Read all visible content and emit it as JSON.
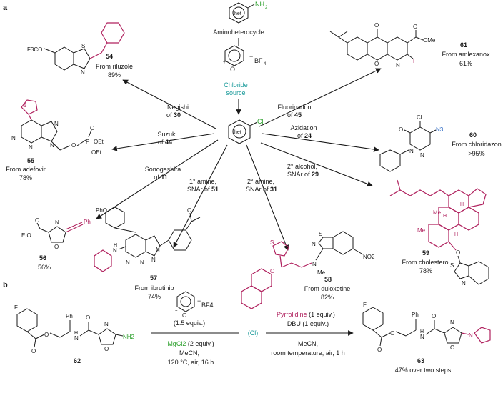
{
  "panels": {
    "a": "a",
    "b": "b"
  },
  "center": {
    "het": "het",
    "cl": "Cl",
    "reagent_top": "Aminoheterocycle",
    "nh2": "NH",
    "nh2_sub": "2",
    "bf4": "BF",
    "bf4_sub": "4",
    "minus": "−",
    "o_plus": "O",
    "chloride": "Chloride",
    "source": "source"
  },
  "reactions": [
    {
      "line1": "Negishi",
      "line2_pre": "of ",
      "num": "30"
    },
    {
      "line1": "Suzuki",
      "line2_pre": "of ",
      "num": "44"
    },
    {
      "line1": "Sonogashira",
      "line2_pre": "of ",
      "num": "11"
    },
    {
      "line1": "1° amine,",
      "line2_pre": "SNAr of ",
      "num": "51"
    },
    {
      "line1": "2° amine,",
      "line2_pre": "SNAr of ",
      "num": "31"
    },
    {
      "line1": "2° alcohol,",
      "line2_pre": "SNAr of ",
      "num": "29"
    },
    {
      "line1": "Azidation",
      "line2_pre": "of ",
      "num": "24"
    },
    {
      "line1": "Fluorination",
      "line2_pre": "of ",
      "num": "45"
    }
  ],
  "products": [
    {
      "num": "54",
      "source": "From riluzole",
      "yield": "89%"
    },
    {
      "num": "55",
      "source": "From adefovir",
      "yield": "78%"
    },
    {
      "num": "56",
      "source": "",
      "yield": "56%"
    },
    {
      "num": "57",
      "source": "From ibrutinib",
      "yield": "74%"
    },
    {
      "num": "58",
      "source": "From duloxetine",
      "yield": "82%"
    },
    {
      "num": "59",
      "source": "From cholesterol",
      "yield": "78%"
    },
    {
      "num": "60",
      "source": "From chloridazon",
      "yield": ">95%"
    },
    {
      "num": "61",
      "source": "From amlexanox",
      "yield": "61%"
    }
  ],
  "atoms": {
    "f3co": "F3CO",
    "s": "S",
    "n": "N",
    "o": "O",
    "p": "P",
    "oet": "OEt",
    "ph": "Ph",
    "pho": "PhO",
    "h": "H",
    "me": "Me",
    "no2": "NO2",
    "n3": "N3",
    "cl": "Cl",
    "f": "F",
    "ome": "OMe",
    "eto": "EtO",
    "nh2": "NH2"
  },
  "panel_b": {
    "sm_num": "62",
    "step1": {
      "reagent": "BF4",
      "equiv": "(1.5 equiv.)",
      "salt": "MgCl2",
      "salt_equiv": " (2 equiv.)",
      "solvent": "MeCN,",
      "conditions": "120 °C, air, 16 h"
    },
    "intermediate": "(Cl)",
    "step2": {
      "amine": "Pyrrolidine",
      "amine_equiv": " (1 equiv.)",
      "base": "DBU (1 equiv.)",
      "solvent": "MeCN,",
      "conditions": "room temperature, air, 1 h"
    },
    "product_num": "63",
    "product_yield": "47% over two steps"
  },
  "colors": {
    "green": "#2ca02c",
    "teal": "#1a9a9a",
    "pink": "#b0215e",
    "blue": "#2060c0"
  }
}
